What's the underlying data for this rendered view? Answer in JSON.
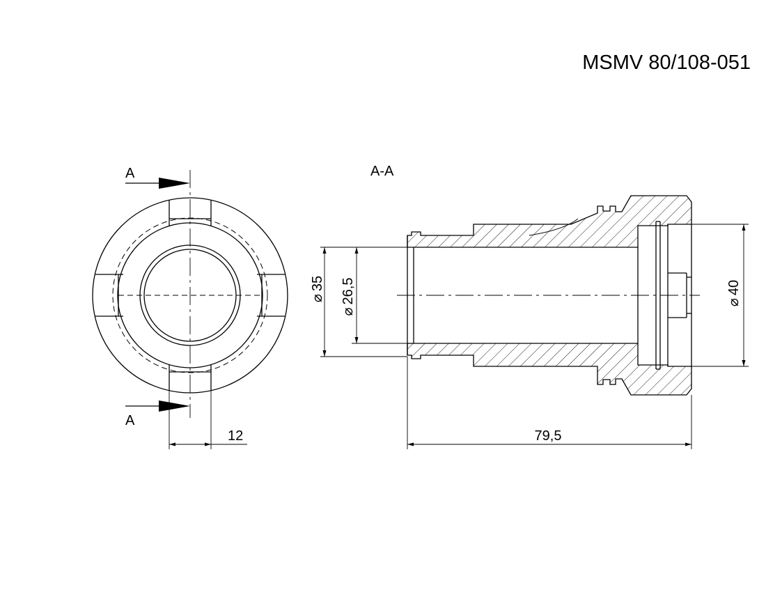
{
  "title": {
    "part_number": "MSMV 80/108-051"
  },
  "front_view": {
    "section_mark_top": "A",
    "section_mark_bottom": "A",
    "dim_slot_width": "12"
  },
  "section_view": {
    "label": "A-A",
    "dim_outer_diameter": "35",
    "dim_bore_diameter": "26,5",
    "dim_head_diameter": "40",
    "dim_overall_length": "79,5",
    "diameter_symbol": "⌀"
  }
}
